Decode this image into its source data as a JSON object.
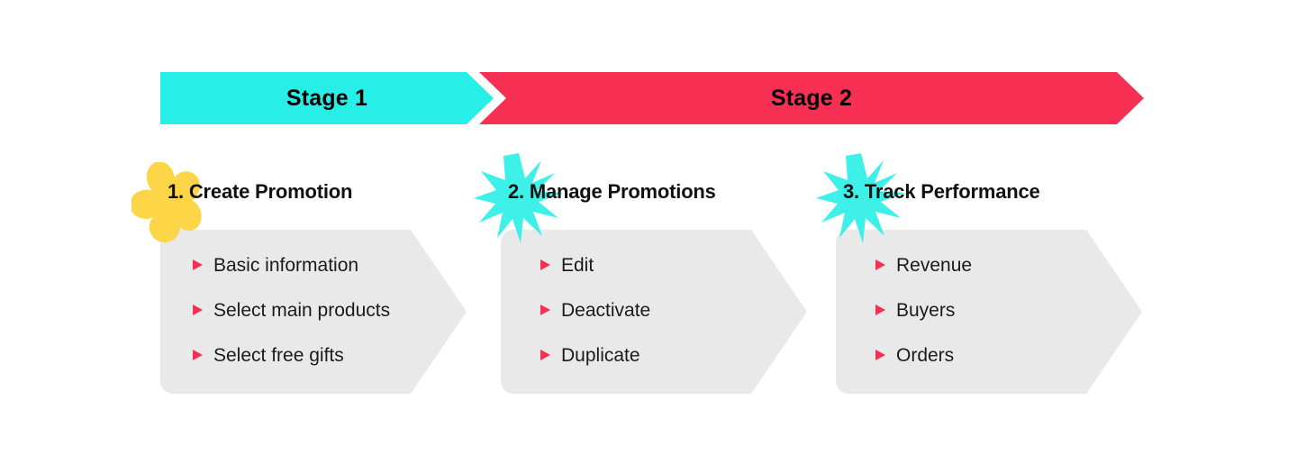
{
  "colors": {
    "stage1_bg": "#27efe7",
    "stage2_bg": "#f72f53",
    "card_bg": "#e9e9e9",
    "bullet": "#f72f53",
    "flower": "#fcd647",
    "star": "#3dF0e8",
    "text": "#111111"
  },
  "stages": [
    {
      "label": "Stage 1",
      "name": "stage-1"
    },
    {
      "label": "Stage 2",
      "name": "stage-2"
    }
  ],
  "columns": [
    {
      "title": "1. Create Promotion",
      "decoration": "flower-shape",
      "items": [
        {
          "label": "Basic information",
          "icon": "triangle-right-icon"
        },
        {
          "label": "Select main products",
          "icon": "triangle-right-icon"
        },
        {
          "label": "Select free gifts",
          "icon": "triangle-right-icon"
        }
      ]
    },
    {
      "title": "2. Manage Promotions",
      "decoration": "starburst-shape",
      "items": [
        {
          "label": "Edit",
          "icon": "triangle-right-icon"
        },
        {
          "label": "Deactivate",
          "icon": "triangle-right-icon"
        },
        {
          "label": "Duplicate",
          "icon": "triangle-right-icon"
        }
      ]
    },
    {
      "title": "3. Track Performance",
      "decoration": "starburst-shape",
      "items": [
        {
          "label": "Revenue",
          "icon": "triangle-right-icon"
        },
        {
          "label": "Buyers",
          "icon": "triangle-right-icon"
        },
        {
          "label": "Orders",
          "icon": "triangle-right-icon"
        }
      ]
    }
  ]
}
